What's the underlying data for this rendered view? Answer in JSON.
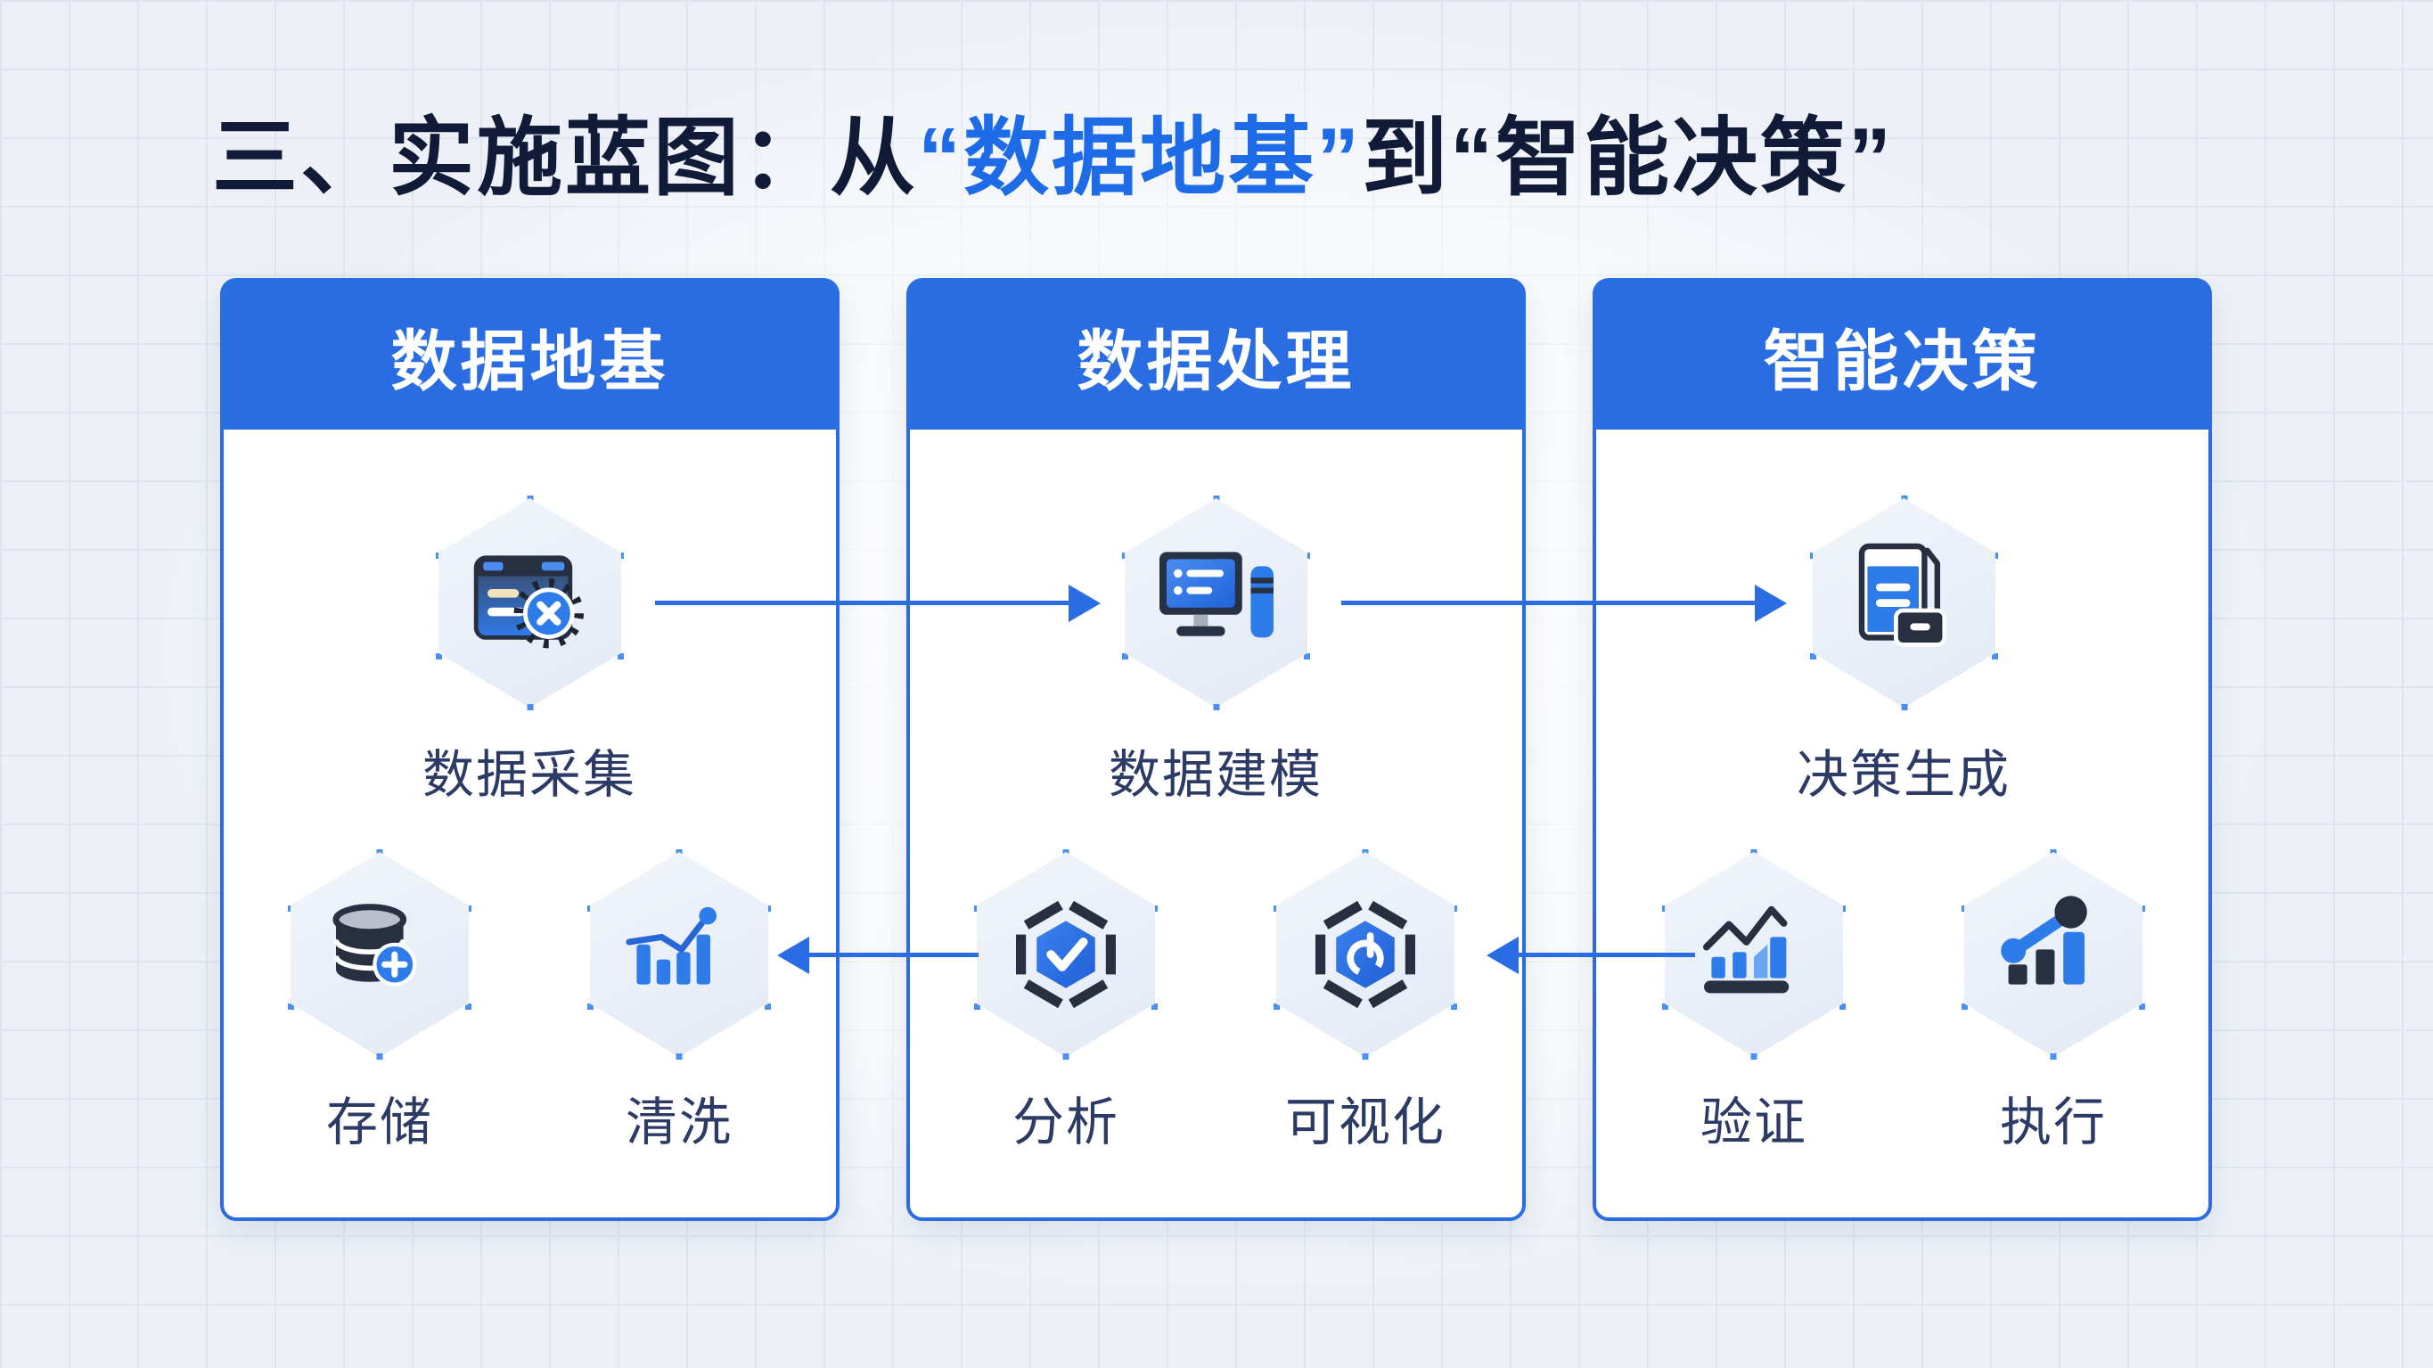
{
  "title": {
    "prefix": "三、实施蓝图：从",
    "highlight": "“数据地基”",
    "connector": "到",
    "tail": "“智能决策”"
  },
  "columns": [
    {
      "header": "数据地基",
      "main": {
        "label": "数据采集",
        "icon": "browser-gear-icon"
      },
      "sub": [
        {
          "label": "存储",
          "icon": "database-plus-icon"
        },
        {
          "label": "清洗",
          "icon": "bar-chart-trend-icon"
        }
      ]
    },
    {
      "header": "数据处理",
      "main": {
        "label": "数据建模",
        "icon": "workstation-icon"
      },
      "sub": [
        {
          "label": "分析",
          "icon": "hexagon-check-icon"
        },
        {
          "label": "可视化",
          "icon": "hexagon-dial-icon"
        }
      ]
    },
    {
      "header": "智能决策",
      "main": {
        "label": "决策生成",
        "icon": "document-archive-icon"
      },
      "sub": [
        {
          "label": "验证",
          "icon": "chart-baseline-icon"
        },
        {
          "label": "执行",
          "icon": "milestone-bars-icon"
        }
      ]
    }
  ],
  "arrows": [
    {
      "id": "collect-to-model",
      "direction": "right"
    },
    {
      "id": "model-to-decision",
      "direction": "right"
    },
    {
      "id": "analysis-to-clean",
      "direction": "left"
    },
    {
      "id": "verify-to-visualize",
      "direction": "left"
    }
  ],
  "colors": {
    "accent_blue": "#2a6ce2",
    "title_dark": "#101b38",
    "title_blue": "#1e6be8",
    "label_navy": "#2c3a66",
    "icon_dark": "#272f40",
    "icon_blue": "#2e7ce9",
    "card_bg": "#ffffff",
    "page_bg": "#edf1f7",
    "hex_tile": "#e9eef6"
  }
}
